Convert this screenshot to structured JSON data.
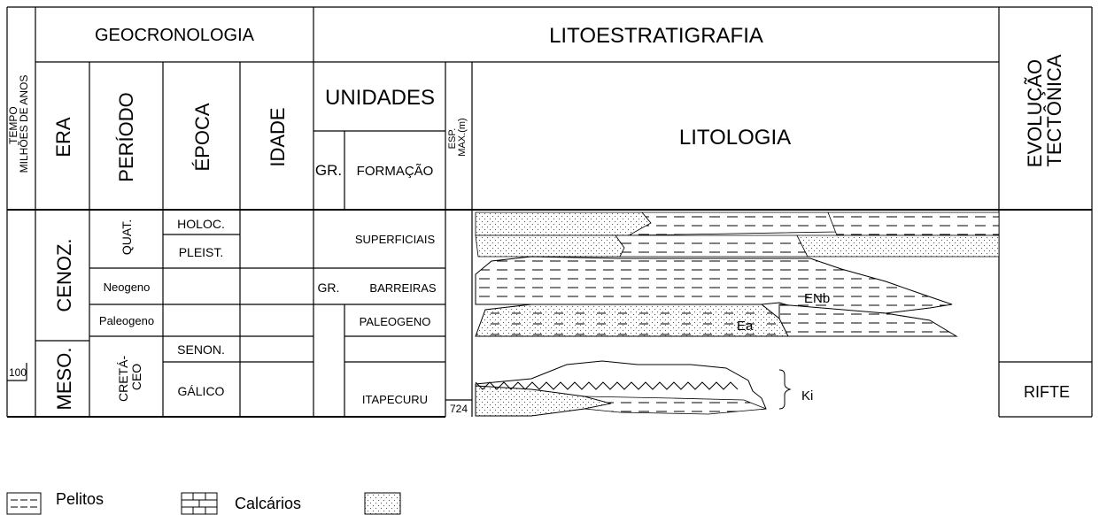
{
  "header": {
    "time_label_line1": "TEMPO",
    "time_label_line2": "MILHÕES DE ANOS",
    "geocronologia": "GEOCRONOLOGIA",
    "litoestratigrafia": "LITOESTRATIGRAFIA",
    "evolucao_line1": "EVOLUÇÃO",
    "evolucao_line2": "TECTÔNICA",
    "era": "ERA",
    "periodo": "PERÍODO",
    "epoca": "ÉPOCA",
    "idade": "IDADE",
    "unidades": "UNIDADES",
    "gr": "GR.",
    "formacao": "FORMAÇÃO",
    "esp_line1": "ESP.",
    "esp_line2": "MAX.(m)",
    "litologia": "LITOLOGIA"
  },
  "time_marker": "100",
  "eras": {
    "cenoz": "CENOZ.",
    "meso": "MESO."
  },
  "periods": {
    "quat": "QUAT.",
    "neogeno": "Neogeno",
    "paleogeno": "Paleogeno",
    "cretaceo_line1": "CRETÁ-",
    "cretaceo_line2": "CEO"
  },
  "epochs": {
    "holoc": "HOLOC.",
    "pleist": "PLEIST.",
    "senon": "SENON.",
    "galico": "GÁLICO"
  },
  "groups": {
    "barreiras_gr": "GR."
  },
  "formations": {
    "superficiais": "SUPERFICIAIS",
    "barreiras": "BARREIRAS",
    "paleogeno": "PALEOGENO",
    "itapecuru": "ITAPECURU"
  },
  "thickness": "724",
  "lithology_labels": {
    "enb": "ENb",
    "ea": "Ea",
    "ki": "Ki"
  },
  "tectonic": {
    "rifte": "RIFTE"
  },
  "legend": {
    "pelitos": "Pelitos",
    "calcarios": "Calcários"
  }
}
